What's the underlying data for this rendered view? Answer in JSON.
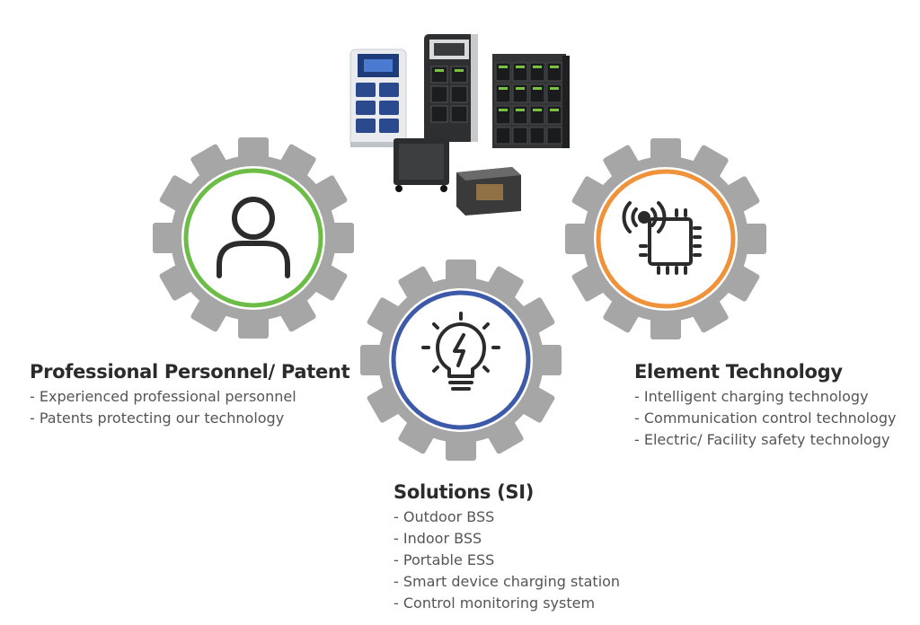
{
  "blocks": [
    {
      "title": "Professional Personnel/ Patent",
      "items": [
        "Experienced professional personnel",
        "Patents protecting our technology"
      ],
      "ring_color": "#6cbd45",
      "icon": "person-icon"
    },
    {
      "title": "Solutions (SI)",
      "items": [
        "Outdoor BSS",
        "Indoor BSS",
        "Portable ESS",
        "Smart device charging station",
        "Control monitoring system"
      ],
      "ring_color": "#3d5aa8",
      "icon": "lightbulb-icon"
    },
    {
      "title": "Element Technology",
      "items": [
        "Intelligent charging technology",
        "Communication control technology",
        "Electric/ Facility safety technology"
      ],
      "ring_color": "#f0923a",
      "icon": "chip-signal-icon"
    }
  ],
  "colors": {
    "gear": "#a6a6a6",
    "icon": "#2b2b2b"
  }
}
